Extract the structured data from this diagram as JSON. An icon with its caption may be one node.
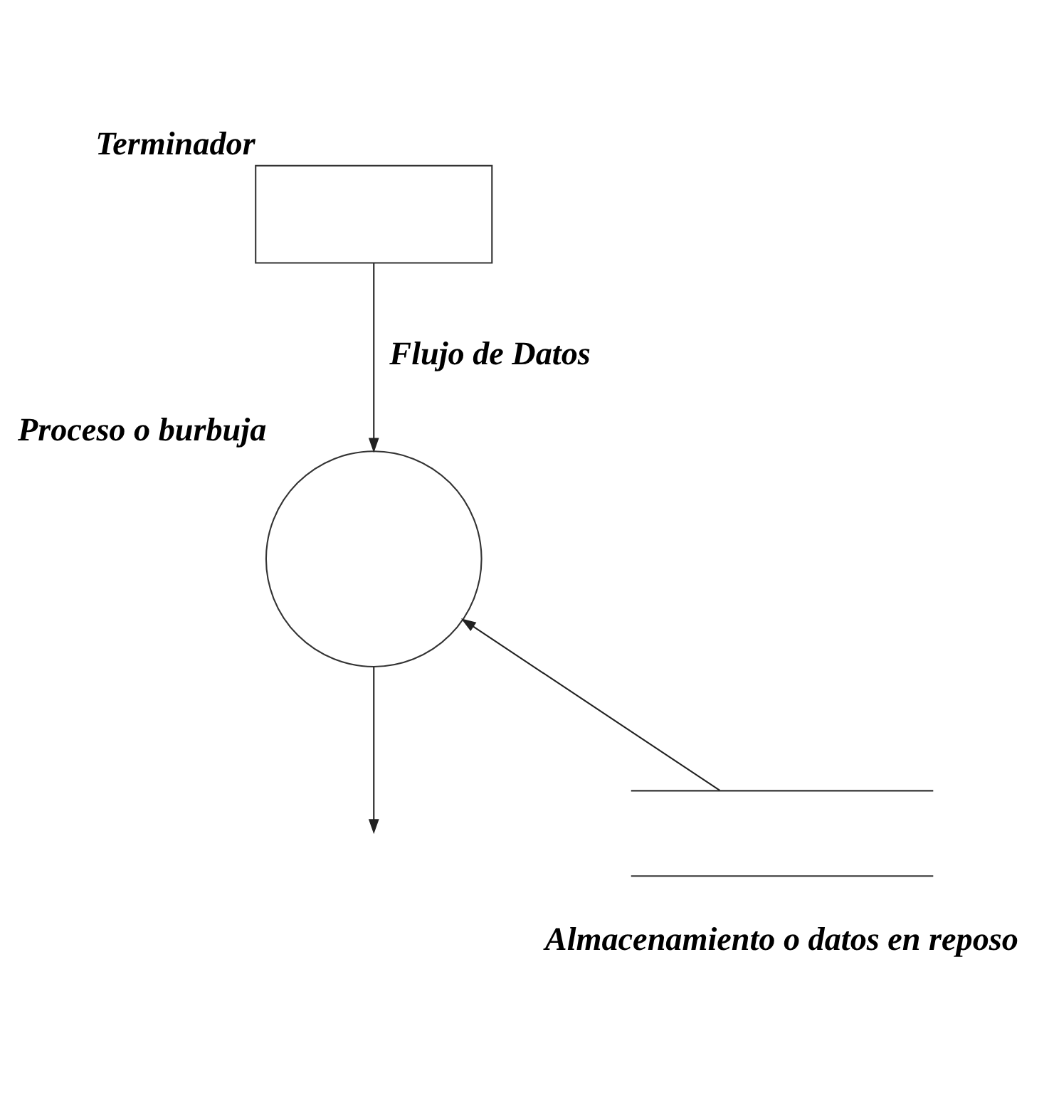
{
  "diagram": {
    "nodes": [
      {
        "text": [],
        "shape": "box",
        "beside": [
          "Terminador"
        ]
      },
      {
        "text": [],
        "shape": "circle",
        "beside": [
          "Proceso o burbuja"
        ]
      },
      {
        "text": [],
        "shape": "lines",
        "beside": [
          "Almacenamiento o datos en reposo"
        ]
      }
    ],
    "edges": [
      {
        "from": 0,
        "to": 1,
        "arrow": "to",
        "label": "Flujo de Datos"
      },
      {
        "from": 1,
        "to": null,
        "arrow": "to"
      },
      {
        "from": 2,
        "to": 1,
        "arrow": "to"
      }
    ]
  }
}
